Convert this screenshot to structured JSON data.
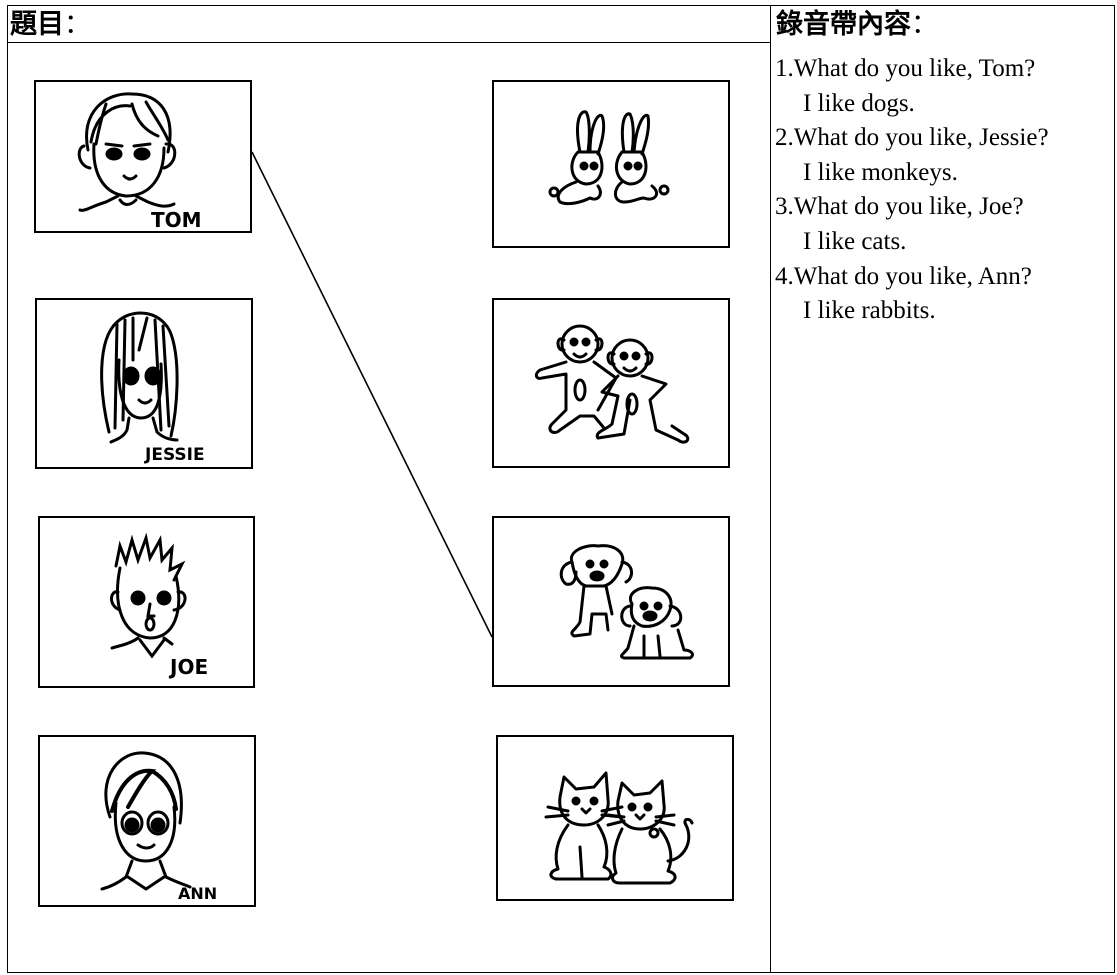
{
  "question": {
    "heading": "題目",
    "colon": "："
  },
  "transcript": {
    "heading": "錄音帶內容",
    "colon": "：",
    "lines": [
      {
        "number": "1.",
        "question": "What do you like, Tom?",
        "answer": "I like dogs."
      },
      {
        "number": "2.",
        "question": "What do you like, Jessie?",
        "answer": "I like monkeys."
      },
      {
        "number": "3.",
        "question": "What do you like, Joe?",
        "answer": "I like cats."
      },
      {
        "number": "4.",
        "question": "What do you like, Ann?",
        "answer": "I like rabbits."
      }
    ]
  },
  "people": [
    {
      "name": "TOM"
    },
    {
      "name": "JESSIE"
    },
    {
      "name": "JOE"
    },
    {
      "name": "ANN"
    }
  ],
  "animals": [
    {
      "icon": "rabbits-icon"
    },
    {
      "icon": "monkeys-icon"
    },
    {
      "icon": "dogs-icon"
    },
    {
      "icon": "cats-icon"
    }
  ],
  "matches": [
    {
      "person": "TOM",
      "animal": "dogs-icon"
    }
  ]
}
